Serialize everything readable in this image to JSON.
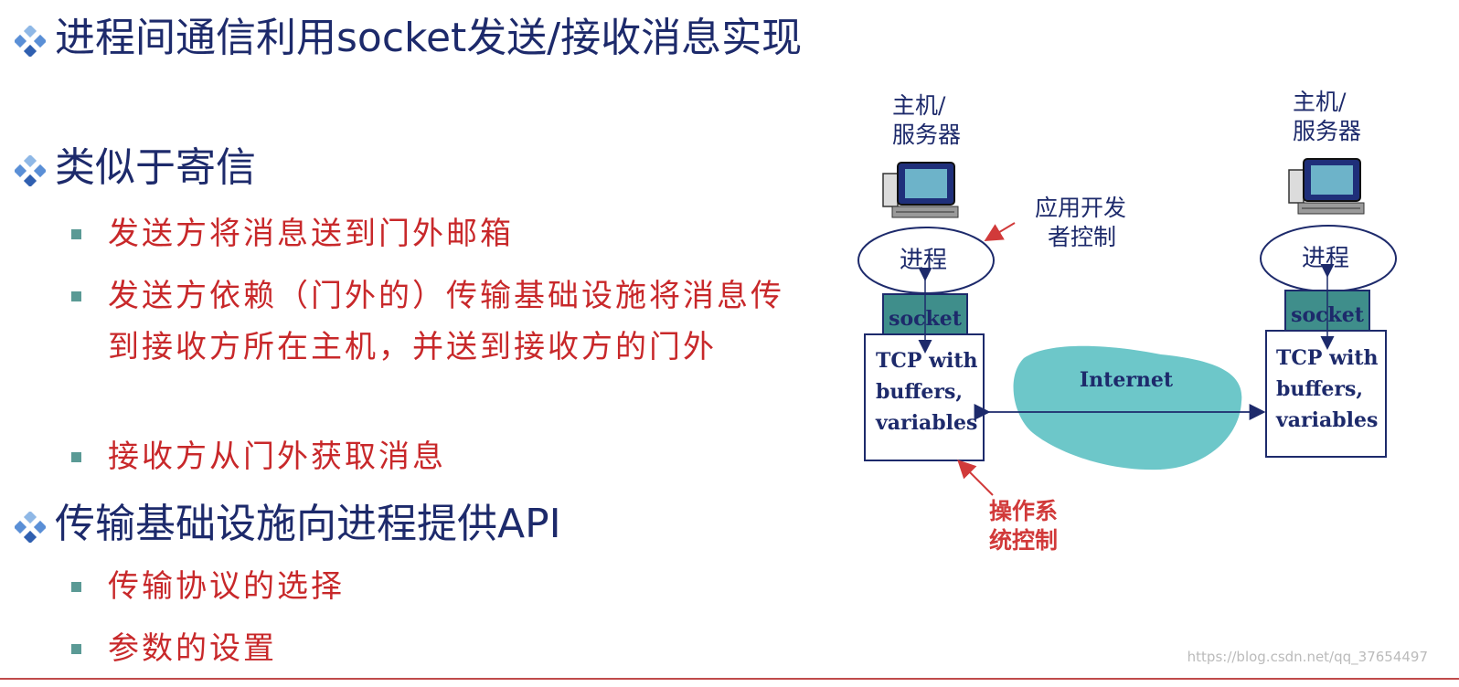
{
  "bullets": {
    "b1": "进程间通信利用socket发送/接收消息实现",
    "b2": "类似于寄信",
    "b2_items": [
      "发送方将消息送到门外邮箱",
      "发送方依赖（门外的）传输基础设施将消息传到接收方所在主机，并送到接收方的门外",
      "接收方从门外获取消息"
    ],
    "b3": "传输基础设施向进程提供API",
    "b3_items": [
      "传输协议的选择",
      "参数的设置"
    ]
  },
  "diagram": {
    "host_left_line1": "主机/",
    "host_left_line2": "服务器",
    "host_right_line1": "主机/",
    "host_right_line2": "服务器",
    "app_control_line1": "应用开发",
    "app_control_line2": "者控制",
    "process_left": "进程",
    "process_right": "进程",
    "socket_left": "socket",
    "socket_right": "socket",
    "tcp_left_line1": "TCP with",
    "tcp_left_line2": "buffers,",
    "tcp_left_line3": "variables",
    "tcp_right_line1": "TCP with",
    "tcp_right_line2": "buffers,",
    "tcp_right_line3": "variables",
    "internet": "Internet",
    "os_control_line1": "操作系",
    "os_control_line2": "统控制"
  },
  "watermark": "https://blog.csdn.net/qq_37654497",
  "colors": {
    "heading": "#1d2a6b",
    "sub_text": "#c8282a",
    "bullet_square": "#5a9a95",
    "socket_fill": "#3f8e8b",
    "internet_cloud": "#6dc7c9",
    "diagram_line": "#1d2a6b",
    "arrow_red": "#d13a3a"
  },
  "icons": [
    "diamond-bullet-icon",
    "square-bullet-icon",
    "computer-icon"
  ]
}
